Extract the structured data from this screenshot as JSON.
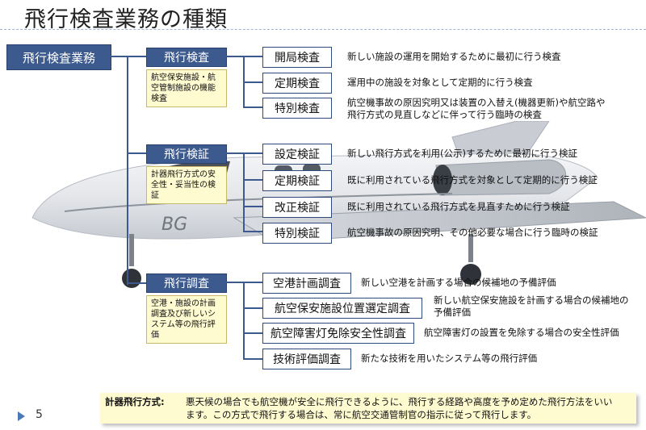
{
  "title": "飛行検査業務の種類",
  "root": "飛行検査業務",
  "categories": [
    {
      "label": "飛行検査",
      "description": "航空保安施設・航空管制施設の機能検査",
      "items": [
        {
          "label": "開局検査",
          "desc": "新しい施設の運用を開始するために最初に行う検査"
        },
        {
          "label": "定期検査",
          "desc": "運用中の施設を対象として定期的に行う検査"
        },
        {
          "label": "特別検査",
          "desc1": "航空機事故の原因究明又は装置の入替え(機器更新)や航空路や",
          "desc2": "飛行方式の見直しなどに伴って行う臨時の検査"
        }
      ]
    },
    {
      "label": "飛行検証",
      "description": "計器飛行方式の安全性・妥当性の検証",
      "items": [
        {
          "label": "設定検証",
          "desc": "新しい飛行方式を利用(公示)するために最初に行う検証"
        },
        {
          "label": "定期検証",
          "desc": "既に利用されている飛行方式を対象として定期的に行う検証"
        },
        {
          "label": "改正検証",
          "desc": "既に利用されている飛行方式を見直すために行う検証"
        },
        {
          "label": "特別検証",
          "desc": "航空機事故の原因究明、その他必要な場合に行う臨時の検証"
        }
      ]
    },
    {
      "label": "飛行調査",
      "description": "空港・施設の計画調査及び新しいシステム等の飛行評価",
      "items": [
        {
          "label": "空港計画調査",
          "desc": "新しい空港を計画する場合の候補地の予備評価"
        },
        {
          "label": "航空保安施設位置選定調査",
          "desc1": "新しい航空保安施設を計画する場合の候補地の",
          "desc2": "予備評価"
        },
        {
          "label": "航空障害灯免除安全性調査",
          "desc": "航空障害灯の設置を免除する場合の安全性評価"
        },
        {
          "label": "技術評価調査",
          "desc": "新たな技術を用いたシステム等の飛行評価"
        }
      ]
    }
  ],
  "plane_marking": "BG",
  "note": {
    "label": "計器飛行方式:",
    "line1": "悪天候の場合でも航空機が安全に飛行できるように、飛行する経路や高度を予め定めた飛行方法をいい",
    "line2": "ます。この方式で飛行する場合は、常に航空交通管制官の指示に従って飛行します。"
  },
  "page_number": "5"
}
